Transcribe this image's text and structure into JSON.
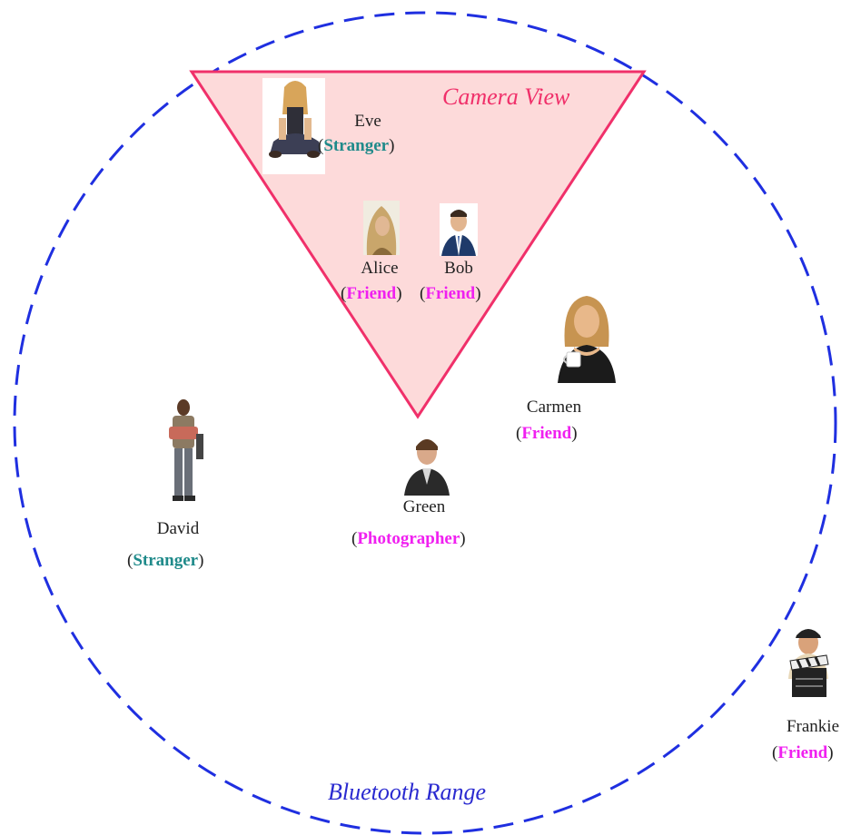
{
  "colors": {
    "bluetooth": "#1f2fe0",
    "camera_stroke": "#f0306a",
    "camera_fill": "#fddada",
    "friend": "#f020f0",
    "stranger": "#1f8a8a",
    "photographer": "#f020f0",
    "camera_title": "#f0306a",
    "bluetooth_title": "#2a2ad0"
  },
  "regions": {
    "camera_view": "Camera View",
    "bluetooth_range": "Bluetooth Range"
  },
  "people": [
    {
      "key": "eve",
      "name": "Eve",
      "role": "Stranger",
      "role_type": "stranger",
      "icon": "woman-sitting-icon"
    },
    {
      "key": "alice",
      "name": "Alice",
      "role": "Friend",
      "role_type": "friend",
      "icon": "woman-headscarf-icon"
    },
    {
      "key": "bob",
      "name": "Bob",
      "role": "Friend",
      "role_type": "friend",
      "icon": "man-suit-icon"
    },
    {
      "key": "carmen",
      "name": "Carmen",
      "role": "Friend",
      "role_type": "friend",
      "icon": "woman-cup-icon"
    },
    {
      "key": "david",
      "name": "David",
      "role": "Stranger",
      "role_type": "stranger",
      "icon": "boy-standing-icon"
    },
    {
      "key": "green",
      "name": "Green",
      "role": "Photographer",
      "role_type": "photographer",
      "icon": "man-portrait-icon"
    },
    {
      "key": "frankie",
      "name": "Frankie",
      "role": "Friend",
      "role_type": "friend",
      "icon": "man-clapperboard-icon"
    }
  ]
}
